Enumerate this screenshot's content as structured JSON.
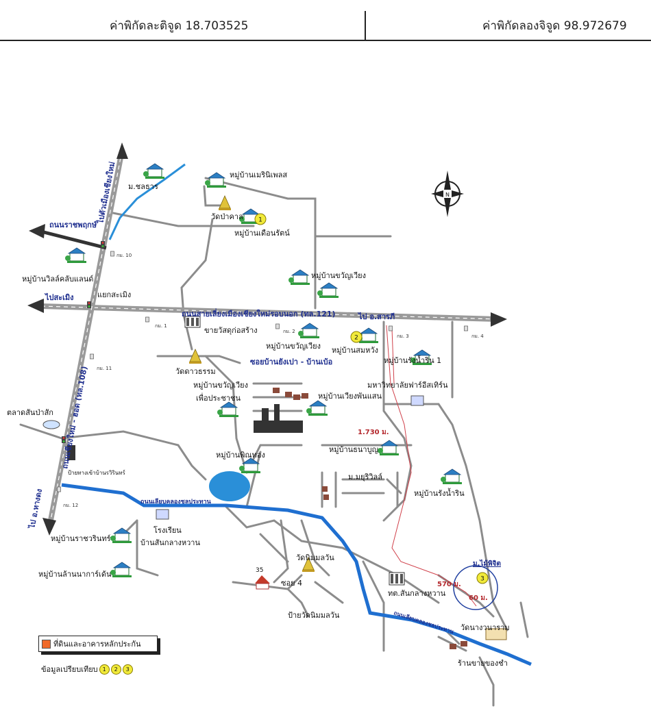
{
  "header": {
    "latitude_text": "ค่าพิกัดละติจูด 18.703525",
    "longitude_text": "ค่าพิกัดลองจิจูด 98.972679"
  },
  "colors": {
    "road": "#8c8c8c",
    "arrow": "#333333",
    "canal": "#1f6fd0",
    "lake": "#2a8fd8",
    "route": "#d0404a",
    "marker": "#f1ea3a"
  },
  "icons": [
    "compass-icon",
    "village-house-icon",
    "temple-icon",
    "school-icon",
    "traffic-light-icon",
    "km-post-icon",
    "building-icon"
  ],
  "roads": {
    "outer_ring": "ถนนสายเลี่ยงเมืองเชียงใหม่รอบนอก (ทล.121)",
    "to_sarapee": "ไป อ.สารภี",
    "to_saraphi_left": "ไปสะเมิง",
    "ratchaphruek": "ถนนราชพฤกษ์",
    "hwy108": "ถนนเชียงใหม่ - ฮอด (ทล.108)",
    "to_chiangmai": "ไปตัวเมืองเชียงใหม่",
    "to_hangdong": "ไป อ.หางดง",
    "canal_road": "ถนนเลียบคลองชลประทาน",
    "canal_road_2": "ถนนเลียบคลองชลประทาน",
    "soi_yangpao": "ซอยบ้านยังเปา - บ้านเบ้อ",
    "soi4": "ซอย 4"
  },
  "places": {
    "chonlathan": "ม.ชลธาร",
    "merinplace": "หมู่บ้านเมรินิเพลส",
    "wat_pakal": "วัดป่าคาล",
    "duanrat": "หมู่บ้านเดือนรัตน์",
    "wills_sublands": "หมู่บ้านวิลล์คลับแลนด์",
    "kachanwieng_1": "หมู่บ้านขวัญเวียง",
    "kaew_sapan": "แยกสะเมิง",
    "kudcompound": "ขายวัสดุก่อสร้าง",
    "kachanwieng_2": "หมู่บ้านขวัญเวียง",
    "sompong": "หมู่บ้านสมหวัง",
    "rungnamrin1": "หมู่บ้านรังน้ำริน 1",
    "wat_daradhamma": "วัดดาวธรรม",
    "kachanwieng_3": "หมู่บ้านขวัญเวียง",
    "puangchon": "เพื่อประชาชน",
    "university": "มหาวิทยาลัยฟาร์อีสเทิร์น",
    "wiengphansan": "หมู่บ้านเวียงพันแสน",
    "talat": "ตลาดสันป่าสัก",
    "distance1": "1.730 ม.",
    "thanaboon": "หมู่บ้านธนาบูญ",
    "pinthong": "หมู่บ้านพิณทอง",
    "muang_rivie": "ม.มยุริวิลล์",
    "rungnamrin": "หมู่บ้านรังน้ำริน",
    "sign_1": "ป้ายทางเข้าบ้านรวิรินทร์",
    "school": "โรงเรียน",
    "sankhoktawan": "บ้านสันกลางหวาน",
    "rachawarin": "หมู่บ้านราชวรินทร์",
    "wat_nimman": "วัดนิมมลวัน",
    "maipinjai": "ม.ไม้พิจิต",
    "num35": "35",
    "sannawaitawan": "ทต.สันกลางหวาน",
    "distance2": "570 ม.",
    "distance3": "60 ม.",
    "lannaboonkan": "หมู่บ้านล้านนาการ์เด้น",
    "sign_wat": "ป้ายวัดนิมมลวัน",
    "wat_tongwanaram": "วัดนางวนาราม",
    "store_yang": "ร้านขายของชำ"
  },
  "km_posts": [
    "กม. 10",
    "กม. 1",
    "กม. 2",
    "กม. 3",
    "กม. 4",
    "กม. 11",
    "กม. 12"
  ],
  "markers": [
    "1",
    "2",
    "3"
  ],
  "compass": "N",
  "legend": {
    "property_label": "ที่ดินและอาคารหลักประกัน",
    "compare_label": "ข้อมูลเปรียบเทียบ",
    "compare_markers": [
      "1",
      "2",
      "3"
    ]
  }
}
